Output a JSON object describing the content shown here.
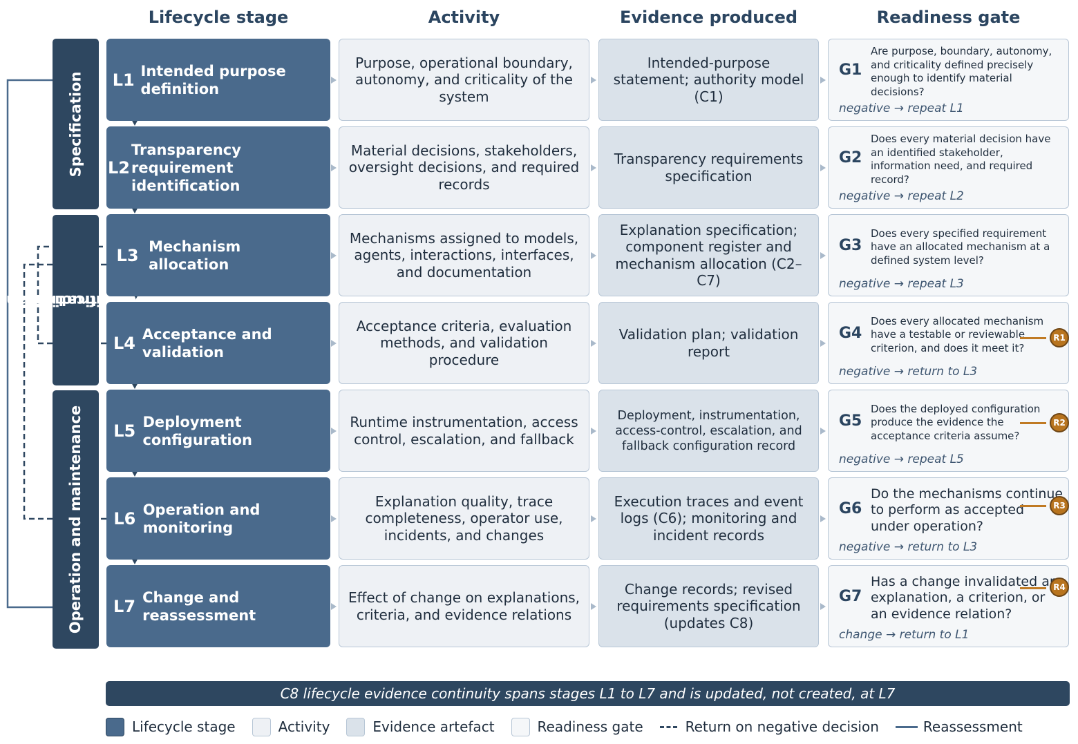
{
  "headers": {
    "stage": "Lifecycle stage",
    "activity": "Activity",
    "evidence": "Evidence produced",
    "gate": "Readiness gate"
  },
  "phases": [
    {
      "label": "Specification"
    },
    {
      "label_line1": "Construction and",
      "label_line2": "qualification"
    },
    {
      "label": "Operation and maintenance"
    }
  ],
  "rows": [
    {
      "code": "L1",
      "stage": "Intended purpose definition",
      "activity": "Purpose, operational boundary, autonomy, and criticality of the system",
      "evidence": "Intended-purpose statement; authority model (C1)",
      "gate_code": "G1",
      "gate_question": "Are purpose, boundary, autonomy, and criticality defined precisely enough to identify material decisions?",
      "gate_outcome": "negative → repeat L1"
    },
    {
      "code": "L2",
      "stage": "Transparency requirement identification",
      "activity": "Material decisions, stakeholders, oversight decisions, and required records",
      "evidence": "Transparency requirements specification",
      "gate_code": "G2",
      "gate_question": "Does every material decision have an identified stakeholder, information need, and required record?",
      "gate_outcome": "negative → repeat L2"
    },
    {
      "code": "L3",
      "stage": "Mechanism allocation",
      "activity": "Mechanisms assigned to models, agents, interactions, interfaces, and documentation",
      "evidence": "Explanation specification; component register and mechanism allocation (C2–C7)",
      "gate_code": "G3",
      "gate_question": "Does every specified requirement have an allocated mechanism at a defined system level?",
      "gate_outcome": "negative → repeat L3"
    },
    {
      "code": "L4",
      "stage": "Acceptance and validation",
      "activity": "Acceptance criteria, evaluation methods, and validation procedure",
      "evidence": "Validation plan; validation report",
      "gate_code": "G4",
      "gate_question": "Does every allocated mechanism have a testable or reviewable criterion, and does it meet it?",
      "gate_outcome": "negative → return to L3",
      "badge": "R1"
    },
    {
      "code": "L5",
      "stage": "Deployment configuration",
      "activity": "Runtime instrumentation, access control, escalation, and fallback",
      "evidence": "Deployment, instrumentation, access-control, escalation, and fallback configuration record",
      "gate_code": "G5",
      "gate_question": "Does the deployed configuration produce the evidence the acceptance criteria assume?",
      "gate_outcome": "negative → repeat L5",
      "badge": "R2"
    },
    {
      "code": "L6",
      "stage": "Operation and monitoring",
      "activity": "Explanation quality, trace completeness, operator use, incidents, and changes",
      "evidence": "Execution traces and event logs (C6); monitoring and incident records",
      "gate_code": "G6",
      "gate_question": "Do the mechanisms continue to perform as accepted under operation?",
      "gate_outcome": "negative → return to L3",
      "badge": "R3"
    },
    {
      "code": "L7",
      "stage": "Change and reassessment",
      "activity": "Effect of change on explanations, criteria, and evidence relations",
      "evidence": "Change records; revised requirements specification (updates C8)",
      "gate_code": "G7",
      "gate_question": "Has a change invalidated an explanation, a criterion, or an evidence relation?",
      "gate_outcome": "change → return to L1",
      "badge": "R4"
    }
  ],
  "footer": "C8 lifecycle evidence continuity spans stages L1 to L7 and is updated, not created, at L7",
  "legend": [
    {
      "label": "Lifecycle stage"
    },
    {
      "label": "Activity"
    },
    {
      "label": "Evidence artefact"
    },
    {
      "label": "Readiness gate"
    },
    {
      "label": "Return on negative decision"
    },
    {
      "label": "Reassessment"
    }
  ],
  "colors": {
    "stage": "#4a6a8c",
    "phase": "#2e4760",
    "activity": "#eef1f5",
    "evidence": "#dae2ea",
    "gate": "#f5f7f9",
    "badge": "#b8741e"
  }
}
